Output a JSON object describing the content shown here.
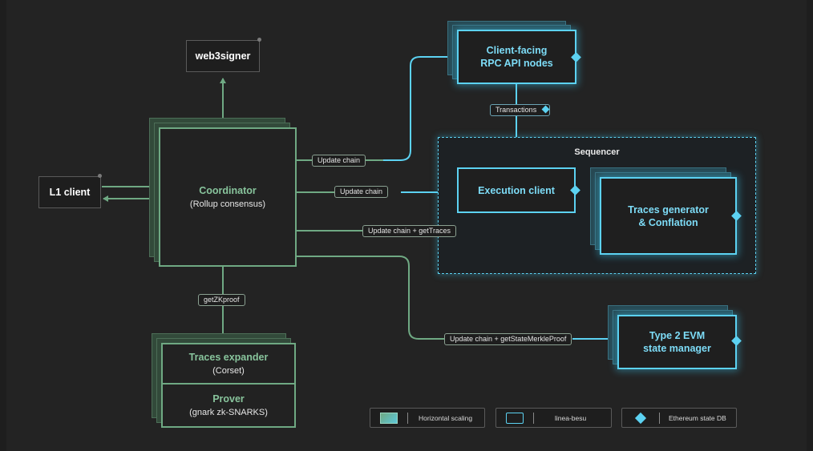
{
  "nodes": {
    "web3signer": {
      "title": "web3signer"
    },
    "l1_client": {
      "title": "L1 client"
    },
    "coordinator": {
      "title": "Coordinator",
      "subtitle": "(Rollup consensus)"
    },
    "rpc_nodes": {
      "title_line1": "Client-facing",
      "title_line2": "RPC API nodes"
    },
    "sequencer": {
      "title": "Sequencer"
    },
    "execution_client": {
      "title": "Execution client"
    },
    "traces_generator": {
      "title_line1": "Traces generator",
      "title_line2": "& Conflation"
    },
    "state_manager": {
      "title_line1": "Type 2 EVM",
      "title_line2": "state manager"
    },
    "traces_expander": {
      "title": "Traces expander",
      "subtitle": "(Corset)"
    },
    "prover": {
      "title": "Prover",
      "subtitle": "(gnark zk-SNARKS)"
    }
  },
  "edge_labels": {
    "update_chain_rpc": "Update chain",
    "update_chain_exec": "Update chain",
    "update_chain_traces": "Update chain + getTraces",
    "update_chain_state": "Update chain + getStateMerkleProof",
    "transactions": "Transactions",
    "get_zk_proof": "getZKproof"
  },
  "legend": {
    "horizontal_scaling": "Horizontal scaling",
    "linea_besu": "linea-besu",
    "ethereum_state_db": "Ethereum state DB"
  },
  "colors": {
    "green": "#6fa983",
    "cyan": "#5cd2f2",
    "background": "#232323"
  }
}
